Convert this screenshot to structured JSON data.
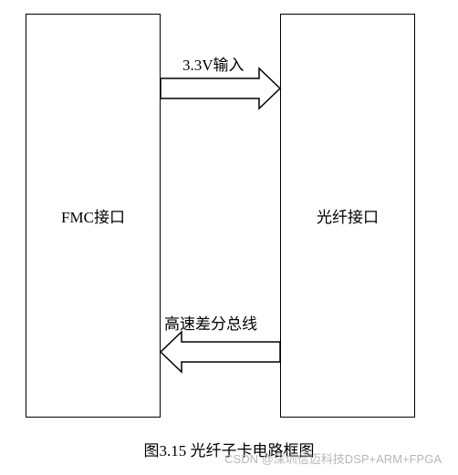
{
  "blocks": {
    "left": "FMC接口",
    "right": "光纤接口"
  },
  "arrows": {
    "input_label": "3.3V输入",
    "bus_label": "高速差分总线"
  },
  "caption": "图3.15   光纤子卡电路框图",
  "watermark": "CSDN @深圳信迈科技DSP+ARM+FPGA"
}
